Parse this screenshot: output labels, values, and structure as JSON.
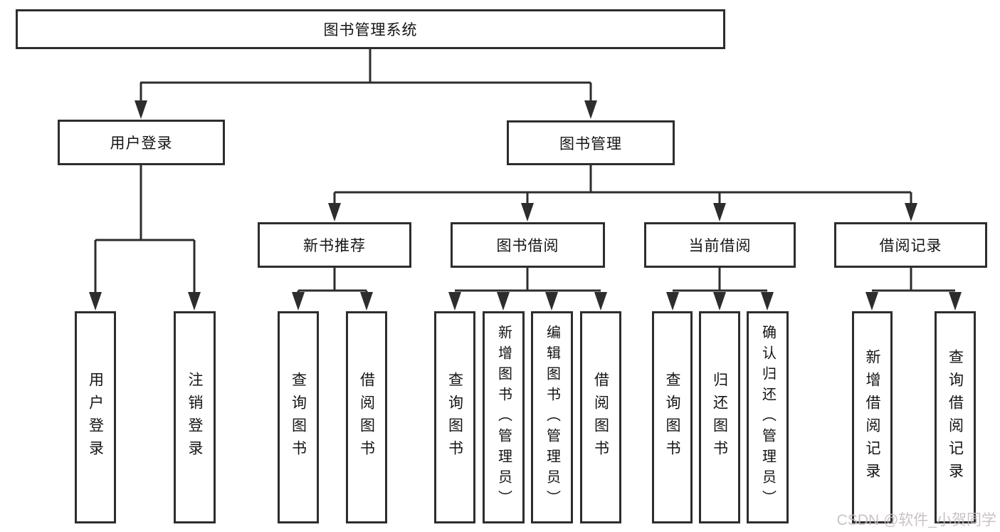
{
  "tree": {
    "label": "图书管理系统",
    "children": [
      {
        "label": "用户登录",
        "children": [
          {
            "label": "用户登录"
          },
          {
            "label": "注销登录"
          }
        ]
      },
      {
        "label": "图书管理",
        "children": [
          {
            "label": "新书推荐",
            "children": [
              {
                "label": "查询图书"
              },
              {
                "label": "借阅图书"
              }
            ]
          },
          {
            "label": "图书借阅",
            "children": [
              {
                "label": "查询图书"
              },
              {
                "label": "新增图书（管理员）"
              },
              {
                "label": "编辑图书（管理员）"
              },
              {
                "label": "借阅图书"
              }
            ]
          },
          {
            "label": "当前借阅",
            "children": [
              {
                "label": "查询图书"
              },
              {
                "label": "归还图书"
              },
              {
                "label": "确认归还（管理员）"
              }
            ]
          },
          {
            "label": "借阅记录",
            "children": [
              {
                "label": "新增借阅记录"
              },
              {
                "label": "查询借阅记录"
              }
            ]
          }
        ]
      }
    ]
  },
  "watermark": {
    "text": "CSDN @软件_小贺同学"
  },
  "colors": {
    "line": "#2d2d2d",
    "box_border": "#2d2d2d",
    "text": "#141414",
    "watermark": "#c6bcbc",
    "background": "#ffffff"
  }
}
